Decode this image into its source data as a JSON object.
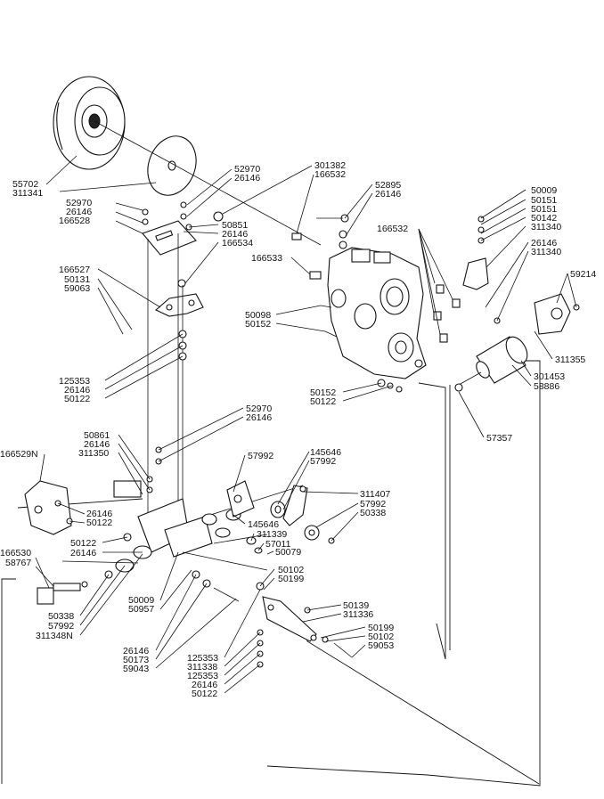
{
  "part_labels": {
    "l_55702": "55702",
    "l_311341": "311341",
    "l_52970_a": "52970",
    "l_26146_a": "26146",
    "l_166528": "166528",
    "l_52970_b": "52970",
    "l_26146_b": "26146",
    "l_50851": "50851",
    "l_26146_c": "26146",
    "l_166534": "166534",
    "l_301382": "301382",
    "l_166532_a": "166532",
    "l_52895": "52895",
    "l_26146_d": "26146",
    "l_166532_b": "166532",
    "l_50009_a": "50009",
    "l_50151_a": "50151",
    "l_50151_b": "50151",
    "l_50142": "50142",
    "l_311340_a": "311340",
    "l_26146_e": "26146",
    "l_311340_b": "311340",
    "l_59214": "59214",
    "l_166533": "166533",
    "l_166527": "166527",
    "l_50131": "50131",
    "l_59063": "59063",
    "l_50098": "50098",
    "l_50152_a": "50152",
    "l_311355": "311355",
    "l_301453": "301453",
    "l_58886": "58886",
    "l_125353_a": "125353",
    "l_26146_f": "26146",
    "l_50122_a": "50122",
    "l_50152_b": "50152",
    "l_50122_b": "50122",
    "l_57357": "57357",
    "l_52970_c": "52970",
    "l_26146_g": "26146",
    "l_50861": "50861",
    "l_26146_h": "26146",
    "l_311350": "311350",
    "l_166529N": "166529N",
    "l_57992_a": "57992",
    "l_145646_a": "145646",
    "l_57992_b": "57992",
    "l_311407": "311407",
    "l_57992_c": "57992",
    "l_50338_a": "50338",
    "l_26146_i": "26146",
    "l_50122_c": "50122",
    "l_145646_b": "145646",
    "l_311339": "311339",
    "l_50122_d": "50122",
    "l_26146_j": "26146",
    "l_57011": "57011",
    "l_50079": "50079",
    "l_166530": "166530",
    "l_58767": "58767",
    "l_50102_a": "50102",
    "l_50199_a": "50199",
    "l_50009_b": "50009",
    "l_50957": "50957",
    "l_50338_b": "50338",
    "l_57992_d": "57992",
    "l_311348N": "311348N",
    "l_50139": "50139",
    "l_311336": "311336",
    "l_50199_b": "50199",
    "l_50102_b": "50102",
    "l_59053": "59053",
    "l_26146_k": "26146",
    "l_50173": "50173",
    "l_59043": "59043",
    "l_125353_b": "125353",
    "l_311338": "311338",
    "l_125353_c": "125353",
    "l_26146_l": "26146",
    "l_50122_e": "50122"
  }
}
